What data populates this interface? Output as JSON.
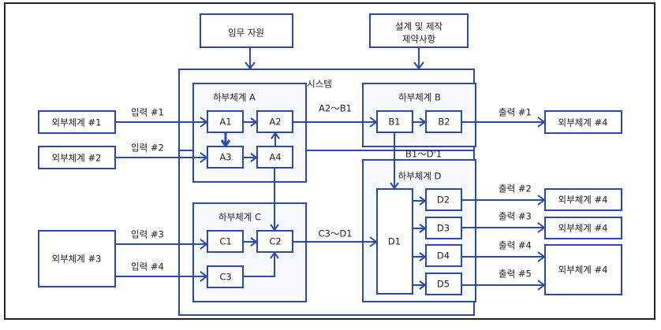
{
  "diagram": {
    "title": "시스템",
    "inputs_top": {
      "mission_resources": "임무 자원",
      "design_constraints_line1": "설계 및 제작",
      "design_constraints_line2": "제약사항"
    },
    "external_systems": {
      "ext1": "외부체계 #1",
      "ext2": "외부체계 #2",
      "ext3": "외부체계 #3",
      "out1": "외부체계 #4",
      "out2": "외부체계 #4",
      "out3": "외부체계 #4",
      "out4": "외부체계 #4"
    },
    "subsystems": {
      "a": {
        "label": "하부체계 A",
        "nodes": [
          "A1",
          "A2",
          "A3",
          "A4"
        ]
      },
      "b": {
        "label": "하부체계 B",
        "nodes": [
          "B1",
          "B2"
        ]
      },
      "c": {
        "label": "하부체계 C",
        "nodes": [
          "C1",
          "C2",
          "C3"
        ]
      },
      "d": {
        "label": "하부체계 D",
        "nodes": [
          "D1",
          "D2",
          "D3",
          "D4",
          "D5"
        ]
      }
    },
    "edge_labels": {
      "in1": "입력 #1",
      "in2": "입력 #2",
      "in3": "입력 #3",
      "in4": "입력 #4",
      "a2_b1": "A2～B1",
      "b1_d1": "B1～D'1",
      "c3_d1": "C3～D1",
      "out1": "출력 #1",
      "out2": "출력 #2",
      "out3": "출력 #3",
      "out4": "출력 #4",
      "out5": "출력 #5"
    },
    "colors": {
      "line": "#2c4aa6",
      "frame": "#222222",
      "subsystem_fill": "#f6f9fd"
    }
  }
}
